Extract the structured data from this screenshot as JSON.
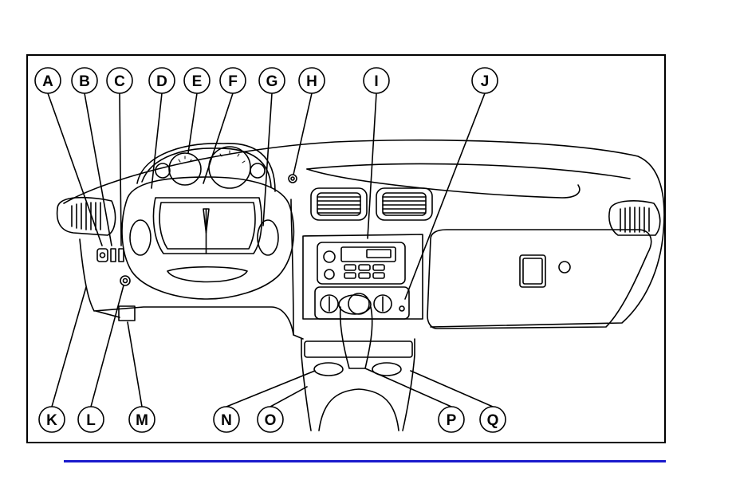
{
  "callouts": {
    "A": "A",
    "B": "B",
    "C": "C",
    "D": "D",
    "E": "E",
    "F": "F",
    "G": "G",
    "H": "H",
    "I": "I",
    "J": "J",
    "K": "K",
    "L": "L",
    "M": "M",
    "N": "N",
    "O": "O",
    "P": "P",
    "Q": "Q"
  },
  "colors": {
    "line": "#000000",
    "rule": "#1a1acc",
    "background": "#ffffff"
  }
}
